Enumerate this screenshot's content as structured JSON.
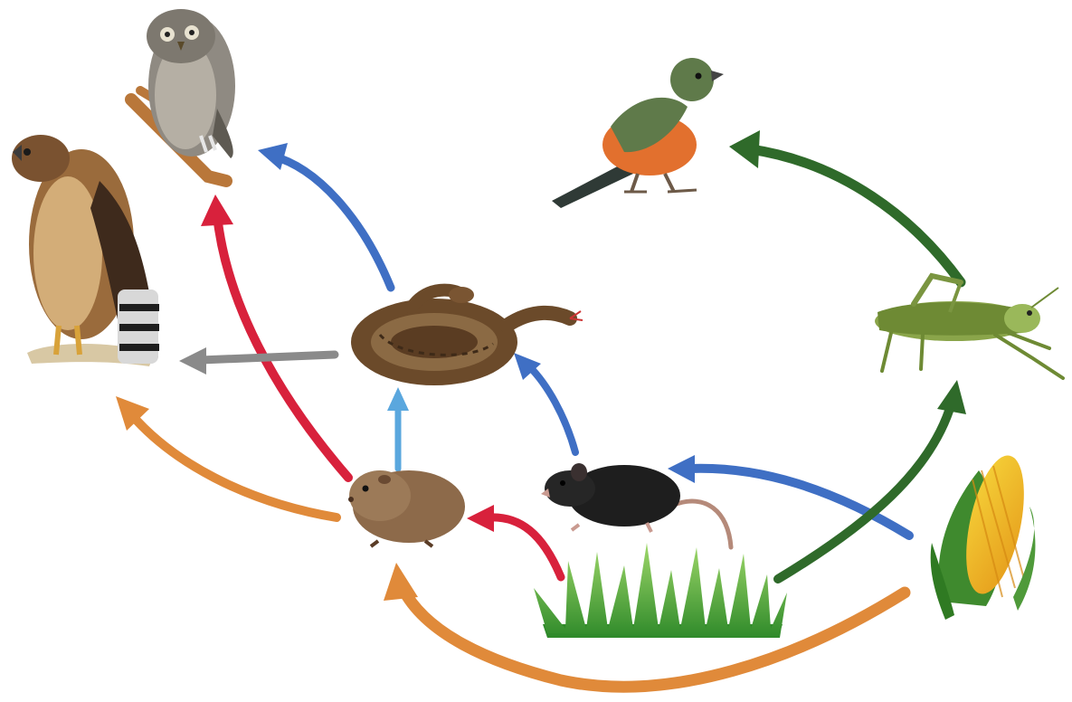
{
  "organisms": [
    {
      "id": "owl",
      "icon": "owl-icon"
    },
    {
      "id": "hawk",
      "icon": "hawk-icon"
    },
    {
      "id": "songbird",
      "icon": "songbird-icon"
    },
    {
      "id": "snake",
      "icon": "snake-icon"
    },
    {
      "id": "grasshopper",
      "icon": "grasshopper-icon"
    },
    {
      "id": "vole",
      "icon": "vole-icon"
    },
    {
      "id": "rat",
      "icon": "rat-icon"
    },
    {
      "id": "corn",
      "icon": "corn-icon"
    },
    {
      "id": "grass",
      "icon": "grass-icon"
    }
  ],
  "arrows": [
    {
      "from": "snake",
      "to": "owl",
      "color": "#3f6fc4"
    },
    {
      "from": "vole",
      "to": "owl",
      "color": "#d8213c"
    },
    {
      "from": "snake",
      "to": "hawk",
      "color": "#8a8a8a"
    },
    {
      "from": "vole",
      "to": "hawk",
      "color": "#e08a3a"
    },
    {
      "from": "vole",
      "to": "snake",
      "color": "#5aa7de"
    },
    {
      "from": "rat",
      "to": "snake",
      "color": "#3f6fc4"
    },
    {
      "from": "grass",
      "to": "vole",
      "color": "#d8213c"
    },
    {
      "from": "corn",
      "to": "rat",
      "color": "#3f6fc4"
    },
    {
      "from": "corn",
      "to": "vole",
      "color": "#e08a3a"
    },
    {
      "from": "grass",
      "to": "grasshopper",
      "color": "#2f6a2a"
    },
    {
      "from": "grasshopper",
      "to": "songbird",
      "color": "#2f6a2a"
    }
  ]
}
